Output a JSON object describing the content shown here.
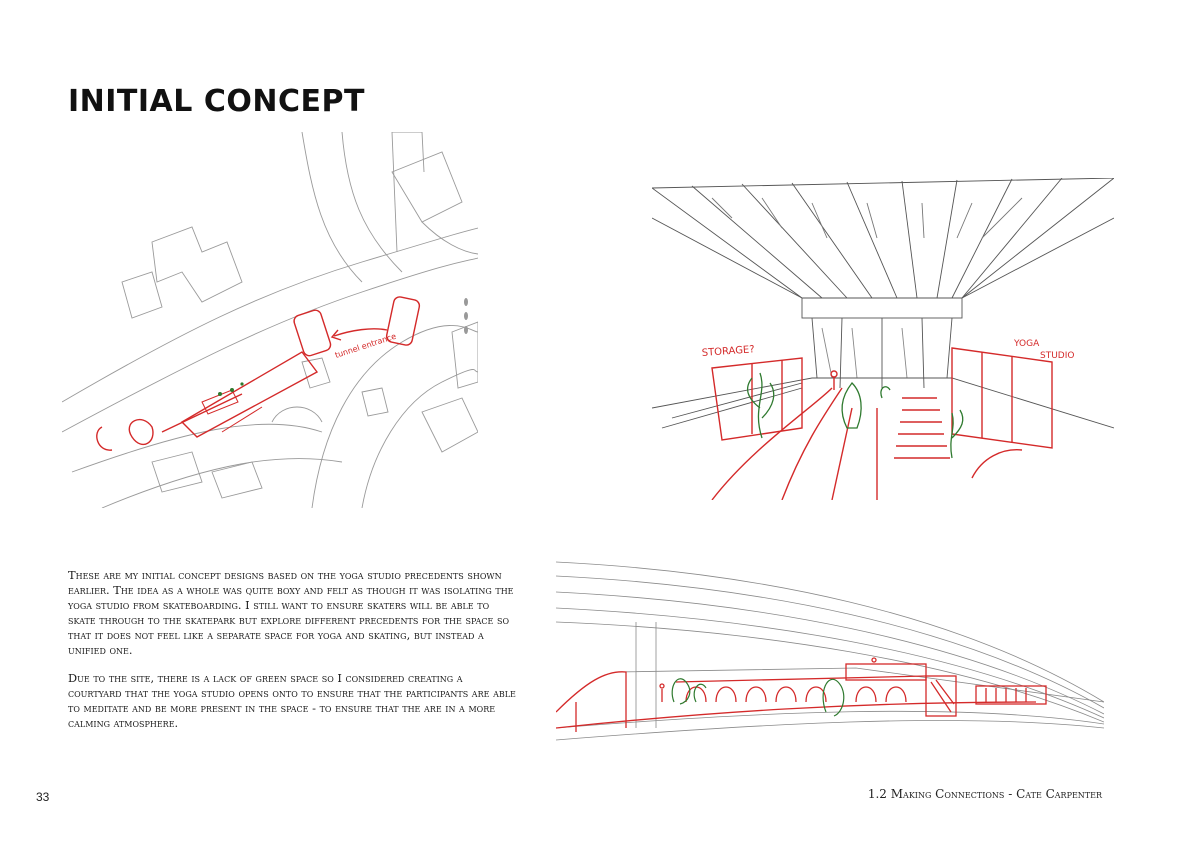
{
  "page": {
    "title": "INITIAL CONCEPT",
    "page_number": "33",
    "footer_credit": "1.2 Making Connections - Cate Carpenter"
  },
  "body": {
    "paragraphs": [
      "These are my initial concept designs based on the yoga studio precedents shown earlier. The idea as a whole was quite boxy and felt as though it was isolating the yoga studio from skateboarding. I still want to ensure skaters will be able to skate through to the skatepark but explore different precedents for the space so that it does not feel like a separate space for yoga and skating, but instead a unified one.",
      "Due to the site, there is a lack of green space so I considered creating a courtyard that the yoga studio opens onto to ensure that the participants are able to meditate and be more present in the space - to ensure that the are in a more calming atmosphere."
    ]
  },
  "sketches": {
    "site_plan": {
      "annotation_entrance": "tunnel entrance"
    },
    "perspective": {
      "annotation_storage": "STORAGE?",
      "annotation_yoga_1": "YOGA",
      "annotation_yoga_2": "STUDIO"
    }
  },
  "colors": {
    "sketch_line": "#8a8a8a",
    "annotation_red": "#d42a2a",
    "plant_green": "#2f7a2f",
    "text": "#1a1a1a"
  }
}
